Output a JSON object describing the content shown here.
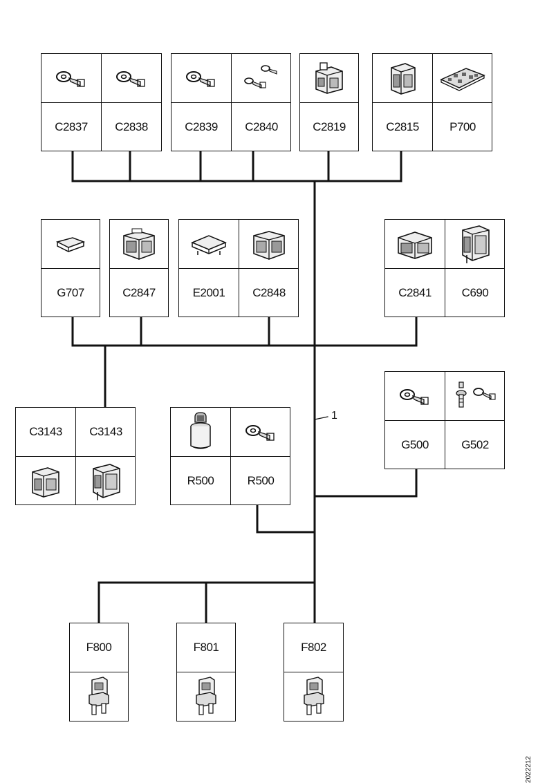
{
  "diagram": {
    "callout": "1",
    "doc_id": "2022212",
    "components": {
      "C2837": {
        "label": "C2837",
        "icon": "ring-terminal-icon"
      },
      "C2838": {
        "label": "C2838",
        "icon": "ring-terminal-icon"
      },
      "C2839": {
        "label": "C2839",
        "icon": "ring-terminal-icon"
      },
      "C2840": {
        "label": "C2840",
        "icon": "double-ring-terminal-icon"
      },
      "C2819": {
        "label": "C2819",
        "icon": "connector-icon"
      },
      "C2815": {
        "label": "C2815",
        "icon": "connector-icon"
      },
      "P700": {
        "label": "P700",
        "icon": "circuit-board-icon"
      },
      "G707": {
        "label": "G707",
        "icon": "small-block-icon"
      },
      "C2847": {
        "label": "C2847",
        "icon": "connector-icon"
      },
      "E2001": {
        "label": "E2001",
        "icon": "module-icon"
      },
      "C2848": {
        "label": "C2848",
        "icon": "connector-icon"
      },
      "C2841": {
        "label": "C2841",
        "icon": "connector-icon"
      },
      "C690": {
        "label": "C690",
        "icon": "connector-icon"
      },
      "G500": {
        "label": "G500",
        "icon": "ring-terminal-icon"
      },
      "G502": {
        "label": "G502",
        "icon": "stud-terminal-icon"
      },
      "C3143a": {
        "label": "C3143",
        "icon": "connector-icon"
      },
      "C3143b": {
        "label": "C3143",
        "icon": "connector-icon"
      },
      "R500a": {
        "label": "R500",
        "icon": "resistor-icon"
      },
      "R500b": {
        "label": "R500",
        "icon": "ring-terminal-icon"
      },
      "F800": {
        "label": "F800",
        "icon": "fuse-icon"
      },
      "F801": {
        "label": "F801",
        "icon": "fuse-icon"
      },
      "F802": {
        "label": "F802",
        "icon": "fuse-icon"
      }
    }
  }
}
